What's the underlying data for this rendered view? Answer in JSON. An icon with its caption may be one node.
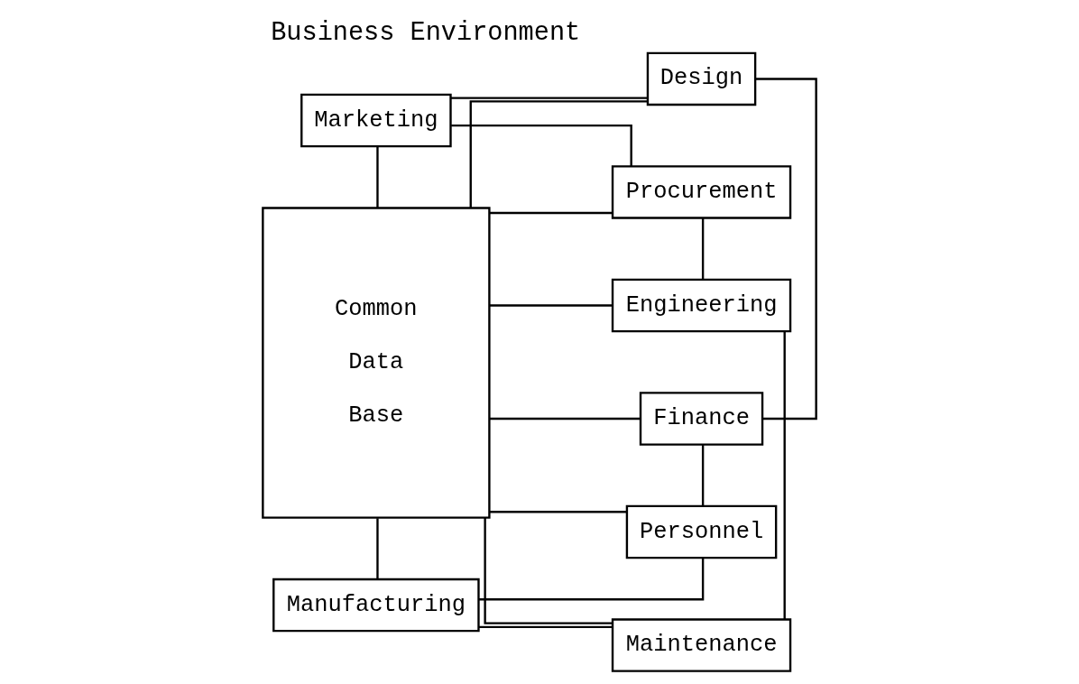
{
  "diagram": {
    "title": "Business Environment",
    "nodes": [
      {
        "text": [
          "Marketing"
        ]
      },
      {
        "text": [
          "Design"
        ]
      },
      {
        "text": [
          "Common Data Base"
        ]
      },
      {
        "text": [
          "Procurement"
        ]
      },
      {
        "text": [
          "Finance"
        ]
      },
      {
        "text": [
          "Engineering"
        ]
      },
      {
        "text": [
          "Personnel"
        ]
      },
      {
        "text": [
          "Maintenance"
        ]
      },
      {
        "text": [
          "Manufacturing"
        ]
      }
    ],
    "edges": [
      {
        "from": 0,
        "to": 1,
        "arrow": "none"
      },
      {
        "from": 0,
        "to": 3,
        "arrow": "none"
      },
      {
        "from": 0,
        "to": 2,
        "arrow": "none"
      },
      {
        "from": 1,
        "to": 2,
        "arrow": "none"
      },
      {
        "from": 2,
        "to": 3,
        "arrow": "none"
      },
      {
        "from": 1,
        "to": 4,
        "arrow": "none"
      },
      {
        "from": 3,
        "to": 5,
        "arrow": "none"
      },
      {
        "from": 4,
        "to": 2,
        "arrow": "none"
      },
      {
        "from": 2,
        "to": 5,
        "arrow": "none"
      },
      {
        "from": 4,
        "to": 6,
        "arrow": "none"
      },
      {
        "from": 5,
        "to": 7,
        "arrow": "none"
      },
      {
        "from": 6,
        "to": 2,
        "arrow": "none"
      },
      {
        "from": 2,
        "to": 7,
        "arrow": "none"
      },
      {
        "from": 6,
        "to": 8,
        "arrow": "none"
      },
      {
        "from": 7,
        "to": 8,
        "arrow": "none"
      },
      {
        "from": 2,
        "to": 8,
        "arrow": "none"
      }
    ]
  }
}
